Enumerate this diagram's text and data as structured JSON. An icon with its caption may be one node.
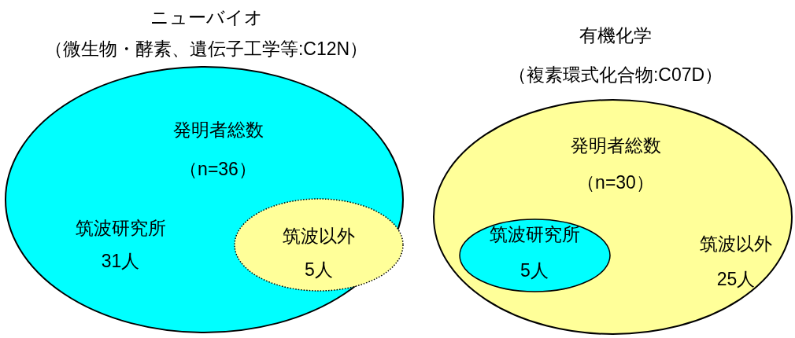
{
  "diagram": {
    "nodes": [
      {
        "text": [
          "ニューバイオ",
          "（微生物・酵素、遺伝子工学等:C12N）",
          "発明者総数",
          "（n=36）",
          "筑波研究所",
          "31人"
        ]
      },
      {
        "text": [
          "筑波以外",
          "5人"
        ],
        "in": 0
      },
      {
        "text": [
          "有機化学",
          "（複素環式化合物:C07D）",
          "発明者総数",
          "（n=30）",
          "筑波以外",
          "25人"
        ]
      },
      {
        "text": [
          "筑波研究所",
          "5人"
        ],
        "in": 2
      }
    ]
  }
}
